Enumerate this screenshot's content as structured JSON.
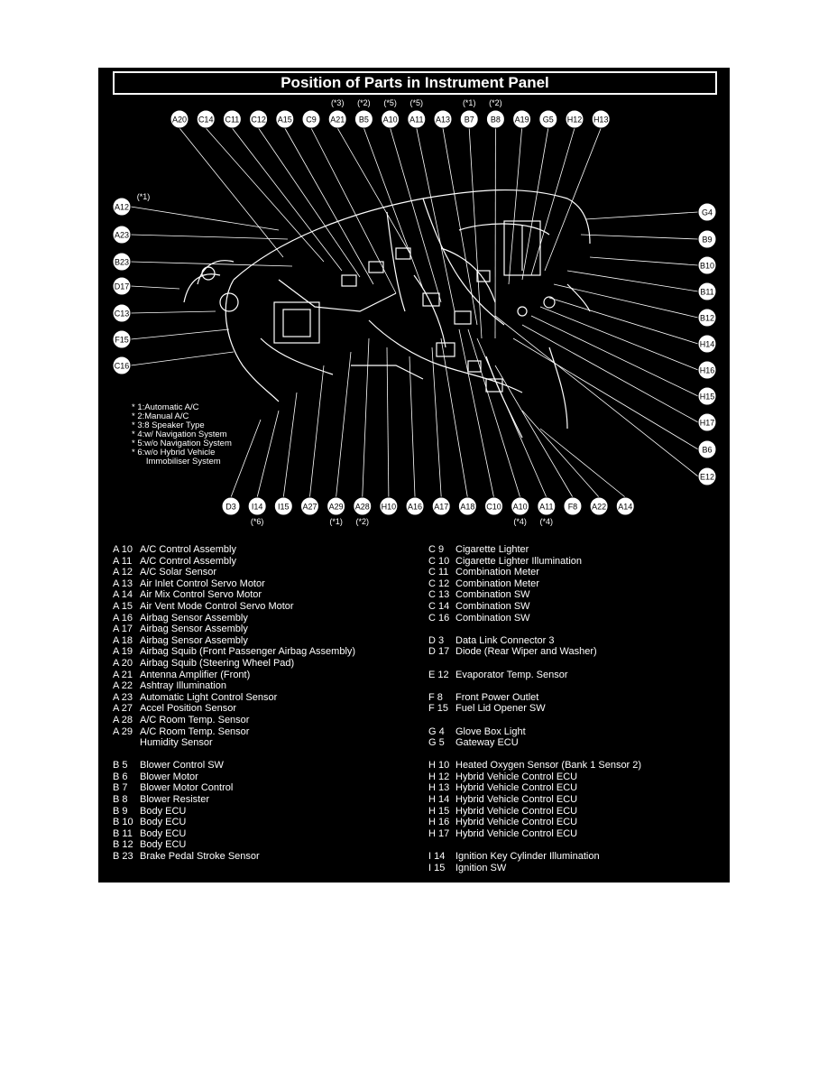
{
  "title": "Position of Parts in Instrument Panel",
  "top_labels": [
    {
      "id": "A20"
    },
    {
      "id": "C14"
    },
    {
      "id": "C11"
    },
    {
      "id": "C12"
    },
    {
      "id": "A15"
    },
    {
      "id": "C9"
    },
    {
      "id": "A21",
      "note": "(*3)"
    },
    {
      "id": "B5",
      "note": "(*2)"
    },
    {
      "id": "A10",
      "note": "(*5)"
    },
    {
      "id": "A11",
      "note": "(*5)"
    },
    {
      "id": "A13"
    },
    {
      "id": "B7",
      "note": "(*1)"
    },
    {
      "id": "B8",
      "note": "(*2)"
    },
    {
      "id": "A19"
    },
    {
      "id": "G5"
    },
    {
      "id": "H12"
    },
    {
      "id": "H13"
    }
  ],
  "left_labels": [
    "A12",
    "A23",
    "B23",
    "D17",
    "C13",
    "F15",
    "C16"
  ],
  "left_label_notes": {
    "A12": "(*1)"
  },
  "right_labels": [
    "G4",
    "B9",
    "B10",
    "B11",
    "B12",
    "H14",
    "H16",
    "H15",
    "H17",
    "B6",
    "E12"
  ],
  "bottom_labels": [
    {
      "id": "D3"
    },
    {
      "id": "I14",
      "note": "(*6)"
    },
    {
      "id": "I15"
    },
    {
      "id": "A27"
    },
    {
      "id": "A29",
      "note": "(*1)"
    },
    {
      "id": "A28",
      "note": "(*2)"
    },
    {
      "id": "H10"
    },
    {
      "id": "A16"
    },
    {
      "id": "A17"
    },
    {
      "id": "A18"
    },
    {
      "id": "C10"
    },
    {
      "id": "A10",
      "note": "(*4)"
    },
    {
      "id": "A11",
      "note": "(*4)"
    },
    {
      "id": "F8"
    },
    {
      "id": "A22"
    },
    {
      "id": "A14"
    }
  ],
  "notes": [
    "* 1:Automatic A/C",
    "* 2:Manual A/C",
    "* 3:8 Speaker Type",
    "* 4:w/ Navigation System",
    "* 5:w/o Navigation System",
    "* 6:w/o Hybrid Vehicle",
    "      Immobiliser System"
  ],
  "legend_left": [
    {
      "code": "A 10",
      "name": "A/C Control Assembly"
    },
    {
      "code": "A 11",
      "name": "A/C Control Assembly"
    },
    {
      "code": "A 12",
      "name": "A/C Solar Sensor"
    },
    {
      "code": "A 13",
      "name": "Air Inlet Control Servo Motor"
    },
    {
      "code": "A 14",
      "name": "Air Mix Control Servo Motor"
    },
    {
      "code": "A 15",
      "name": "Air Vent Mode Control Servo Motor"
    },
    {
      "code": "A 16",
      "name": "Airbag Sensor Assembly"
    },
    {
      "code": "A 17",
      "name": "Airbag Sensor Assembly"
    },
    {
      "code": "A 18",
      "name": "Airbag Sensor Assembly"
    },
    {
      "code": "A 19",
      "name": "Airbag Squib (Front Passenger Airbag Assembly)"
    },
    {
      "code": "A 20",
      "name": "Airbag Squib (Steering Wheel Pad)"
    },
    {
      "code": "A 21",
      "name": "Antenna Amplifier (Front)"
    },
    {
      "code": "A 22",
      "name": "Ashtray Illumination"
    },
    {
      "code": "A 23",
      "name": "Automatic Light Control Sensor"
    },
    {
      "code": "A 27",
      "name": "Accel Position Sensor"
    },
    {
      "code": "A 28",
      "name": "A/C Room Temp. Sensor"
    },
    {
      "code": "A 29",
      "name": "A/C Room Temp. Sensor"
    },
    {
      "code": "",
      "name": "Humidity Sensor"
    },
    {
      "code": "",
      "name": ""
    },
    {
      "code": "B  5",
      "name": "Blower Control SW"
    },
    {
      "code": "B  6",
      "name": "Blower Motor"
    },
    {
      "code": "B  7",
      "name": "Blower Motor Control"
    },
    {
      "code": "B  8",
      "name": "Blower Resister"
    },
    {
      "code": "B  9",
      "name": "Body ECU"
    },
    {
      "code": "B 10",
      "name": "Body ECU"
    },
    {
      "code": "B 11",
      "name": "Body ECU"
    },
    {
      "code": "B 12",
      "name": "Body ECU"
    },
    {
      "code": "B 23",
      "name": "Brake Pedal Stroke Sensor"
    }
  ],
  "legend_right": [
    {
      "code": "C  9",
      "name": "Cigarette Lighter"
    },
    {
      "code": "C 10",
      "name": "Cigarette Lighter Illumination"
    },
    {
      "code": "C 11",
      "name": "Combination Meter"
    },
    {
      "code": "C 12",
      "name": "Combination Meter"
    },
    {
      "code": "C 13",
      "name": "Combination SW"
    },
    {
      "code": "C 14",
      "name": "Combination SW"
    },
    {
      "code": "C 16",
      "name": "Combination SW"
    },
    {
      "code": "",
      "name": ""
    },
    {
      "code": "D  3",
      "name": "Data Link Connector 3"
    },
    {
      "code": "D 17",
      "name": "Diode (Rear Wiper and Washer)"
    },
    {
      "code": "",
      "name": ""
    },
    {
      "code": "E 12",
      "name": "Evaporator Temp. Sensor"
    },
    {
      "code": "",
      "name": ""
    },
    {
      "code": "F  8",
      "name": "Front Power Outlet"
    },
    {
      "code": "F 15",
      "name": "Fuel Lid Opener SW"
    },
    {
      "code": "",
      "name": ""
    },
    {
      "code": "G  4",
      "name": "Glove Box Light"
    },
    {
      "code": "G  5",
      "name": "Gateway ECU"
    },
    {
      "code": "",
      "name": ""
    },
    {
      "code": "H 10",
      "name": "Heated Oxygen Sensor (Bank 1 Sensor 2)"
    },
    {
      "code": "H 12",
      "name": "Hybrid Vehicle Control ECU"
    },
    {
      "code": "H 13",
      "name": "Hybrid Vehicle Control ECU"
    },
    {
      "code": "H 14",
      "name": "Hybrid Vehicle Control ECU"
    },
    {
      "code": "H 15",
      "name": "Hybrid Vehicle Control ECU"
    },
    {
      "code": "H 16",
      "name": "Hybrid Vehicle Control ECU"
    },
    {
      "code": "H 17",
      "name": "Hybrid Vehicle Control ECU"
    },
    {
      "code": "",
      "name": ""
    },
    {
      "code": "I  14",
      "name": "Ignition Key Cylinder Illumination"
    },
    {
      "code": "I  15",
      "name": "Ignition SW"
    }
  ]
}
